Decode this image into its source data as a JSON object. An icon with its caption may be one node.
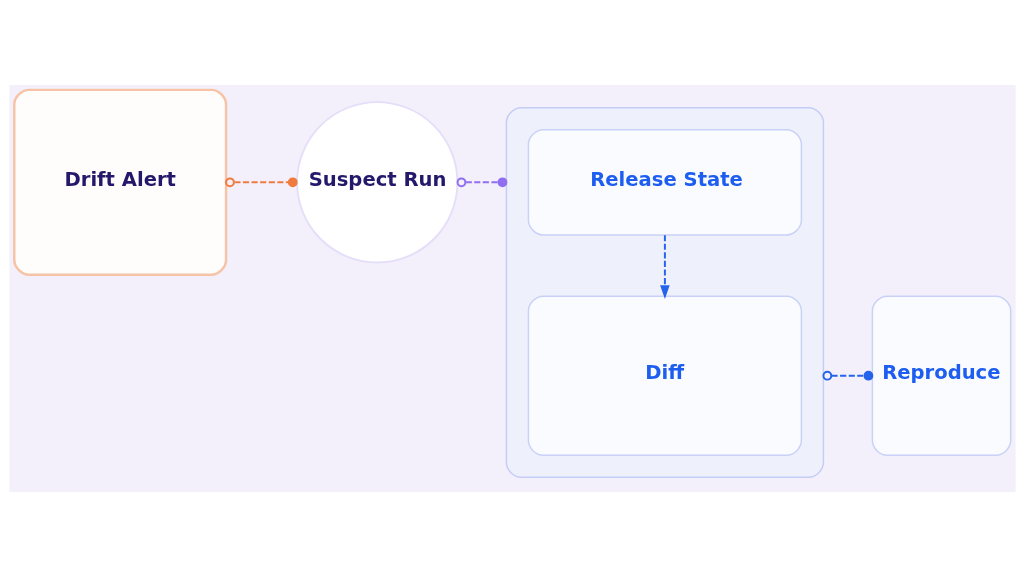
{
  "diagram": {
    "nodes": [
      {
        "text": [
          "Drift Alert"
        ]
      },
      {
        "text": [
          "Suspect Run"
        ]
      },
      {
        "text": [],
        "shape": "box"
      },
      {
        "text": [
          "Release State"
        ],
        "in": 2
      },
      {
        "text": [
          "Diff"
        ],
        "in": 2
      },
      {
        "text": [
          "Reproduce"
        ]
      }
    ],
    "edges": [
      {
        "from": 0,
        "to": 1,
        "arrow": "other",
        "style": "dashed",
        "color": "#f07b3f"
      },
      {
        "from": 1,
        "to": 2,
        "arrow": "other",
        "style": "dashed",
        "color": "#8f6ef0"
      },
      {
        "from": 3,
        "to": 4,
        "arrow": "to",
        "style": "dashed"
      },
      {
        "from": 2,
        "to": 5,
        "arrow": "other",
        "style": "dashed"
      }
    ]
  }
}
